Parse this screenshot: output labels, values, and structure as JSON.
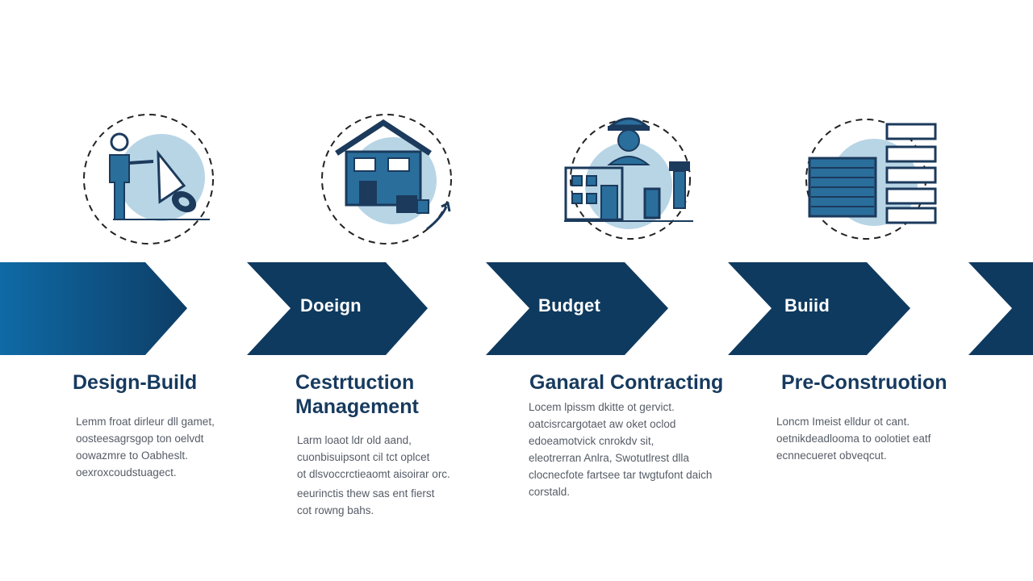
{
  "colors": {
    "navy": "#0f3a5f",
    "accent_light": "#b8d5e6",
    "blue_mid": "#2a6e9c"
  },
  "chevrons": [
    {
      "label": ""
    },
    {
      "label": "Doeign"
    },
    {
      "label": "Budget"
    },
    {
      "label": "Buiid"
    },
    {
      "label": ""
    }
  ],
  "columns": [
    {
      "icon": "architect-drawing-icon",
      "title_lines": [
        "Design-Build"
      ],
      "desc_lines": [
        "Lemm froat dirleur dll gamet,",
        "oosteesagrsgop ton oelvdt",
        "oowazmre to Oabheslt.",
        "oexroxcoudstuagect."
      ]
    },
    {
      "icon": "house-icon",
      "title_lines": [
        "Cestrtuction",
        "Management"
      ],
      "desc_lines": [
        "Larm loaot ldr old aand,",
        "cuonbisuipsont cil tct oplcet",
        "ot dlsvoccrctieaomt aisoirar orc.",
        "",
        "eeurinctis thew sas ent fierst",
        "cot rowng bahs."
      ]
    },
    {
      "icon": "worker-icon",
      "title_lines": [
        "Ganaral Contracting"
      ],
      "desc_lines": [
        "Locem lpissm dkitte ot gervict.",
        "oatcisrcargotaet aw oket oclod",
        "edoeamotvick cnrokdv sit,",
        "eleotrerran Anlra, Swotutlrest dlla",
        "clocnecfote fartsee tar twgtufont daich",
        "corstald."
      ]
    },
    {
      "icon": "checklist-icon",
      "title_lines": [
        "Pre-Construotion"
      ],
      "desc_lines": [
        "Loncm Imeist elldur ot cant.",
        "oetnikdeadlooma to oolotiet eatf",
        "ecnnecueret obveqcut."
      ]
    }
  ]
}
